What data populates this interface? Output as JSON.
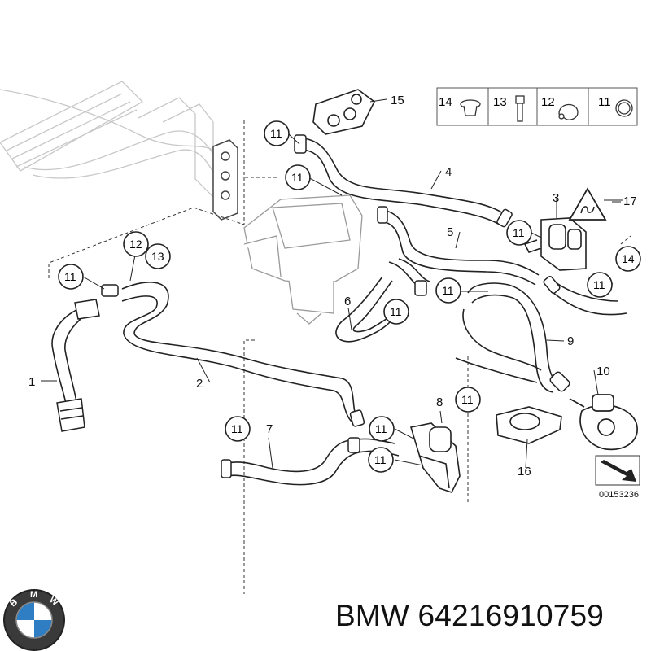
{
  "diagram": {
    "ref_code": "00153236",
    "legend": [
      {
        "num": "14",
        "icon": "grommet-icon"
      },
      {
        "num": "13",
        "icon": "screw-icon"
      },
      {
        "num": "12",
        "icon": "pipe-clamp-icon"
      },
      {
        "num": "11",
        "icon": "hose-clamp-icon"
      }
    ],
    "labels": {
      "p1": "1",
      "p2": "2",
      "p3": "3",
      "p4": "4",
      "p5": "5",
      "p6": "6",
      "p7": "7",
      "p8": "8",
      "p9": "9",
      "p10": "10",
      "p12": "12",
      "p13": "13",
      "p14": "14",
      "p15": "15",
      "p16": "16",
      "p17": "17",
      "clamp": "11"
    }
  },
  "brand": {
    "logo_letters": "BMW",
    "logo_icon": "bmw-roundel-icon",
    "part_number": "BMW 64216910759"
  }
}
